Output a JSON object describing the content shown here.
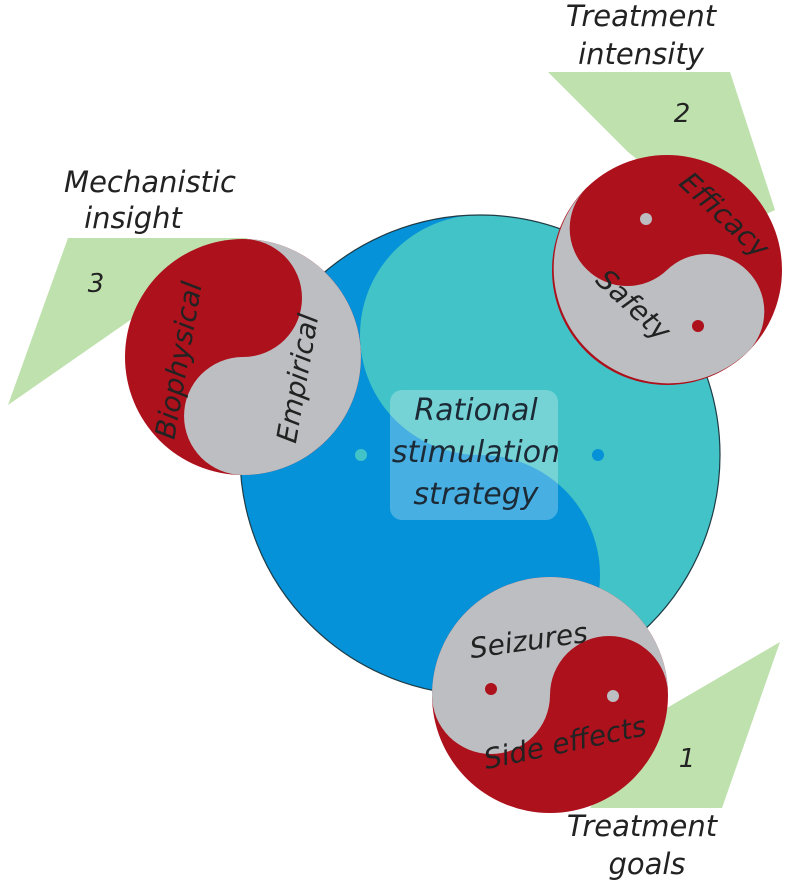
{
  "center": {
    "lines": [
      "Rational",
      "stimulation",
      "strategy"
    ]
  },
  "arrows": [
    {
      "number": "1",
      "title_lines": [
        "Treatment",
        "goals"
      ]
    },
    {
      "number": "2",
      "title_lines": [
        "Treatment",
        "intensity"
      ]
    },
    {
      "number": "3",
      "title_lines": [
        "Mechanistic",
        "insight"
      ]
    }
  ],
  "yinyangs": {
    "goals": {
      "gray": "Seizures",
      "red": "Side effects"
    },
    "intensity": {
      "red": "Efficacy",
      "gray": "Safety"
    },
    "insight": {
      "red": "Biophysical",
      "gray": "Empirical"
    }
  },
  "colors": {
    "blue": "#0592d8",
    "teal": "#42c3c7",
    "red": "#ad111c",
    "gray": "#bcbec1",
    "arrow": "#bfe1ae"
  }
}
